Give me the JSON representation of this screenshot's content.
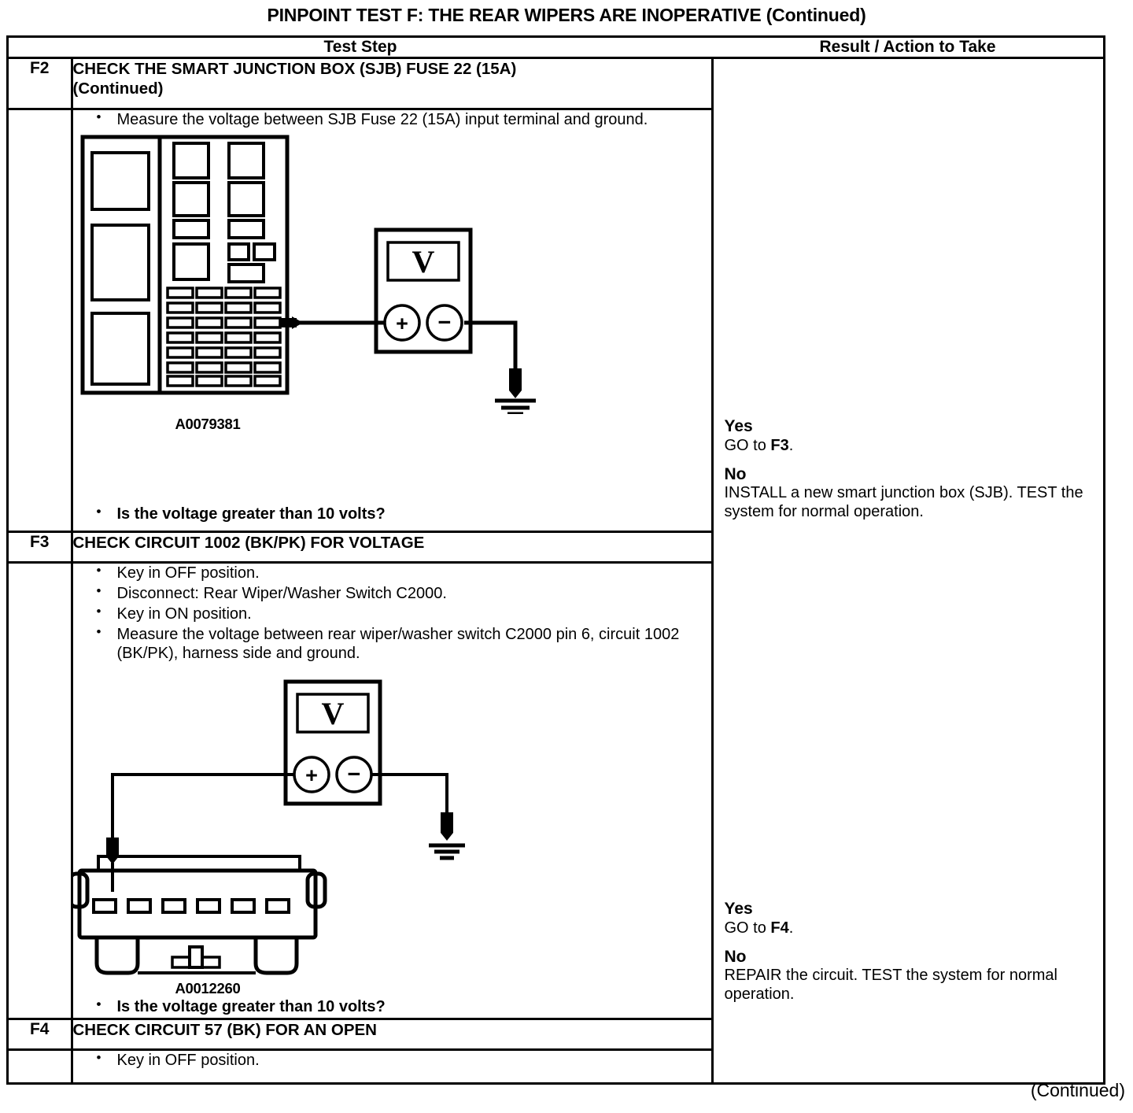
{
  "document": {
    "title": "PINPOINT TEST  F: THE REAR WIPERS ARE INOPERATIVE (Continued)",
    "footer": "(Continued)"
  },
  "table": {
    "headers": {
      "test_step": "Test Step",
      "result_action": "Result / Action to Take"
    },
    "rows": [
      {
        "id": "F2",
        "heading_line1": "CHECK THE SMART JUNCTION BOX (SJB) FUSE 22 (15A)",
        "heading_line2": "(Continued)",
        "bullets": [
          "Measure the voltage between SJB Fuse 22 (15A) input terminal and ground."
        ],
        "figure_caption": "A0079381",
        "question": "Is the voltage greater than 10 volts?",
        "result": {
          "yes_label": "Yes",
          "yes_text_pre": "GO to ",
          "yes_text_bold": "F3",
          "yes_text_post": ".",
          "no_label": "No",
          "no_text": "INSTALL a new smart junction box (SJB). TEST the system for normal operation."
        }
      },
      {
        "id": "F3",
        "heading_line1": "CHECK CIRCUIT 1002 (BK/PK) FOR VOLTAGE",
        "heading_line2": "",
        "bullets": [
          "Key in OFF position.",
          "Disconnect: Rear Wiper/Washer Switch C2000.",
          "Key in ON position.",
          "Measure the voltage between rear wiper/washer switch C2000 pin 6, circuit 1002 (BK/PK), harness side and ground."
        ],
        "figure_caption": "A0012260",
        "question": "Is the voltage greater than 10 volts?",
        "result": {
          "yes_label": "Yes",
          "yes_text_pre": "GO to ",
          "yes_text_bold": "F4",
          "yes_text_post": ".",
          "no_label": "No",
          "no_text": "REPAIR the circuit. TEST the system for normal operation."
        }
      },
      {
        "id": "F4",
        "heading_line1": "CHECK CIRCUIT 57 (BK) FOR AN OPEN",
        "heading_line2": "",
        "bullets": [
          "Key in OFF position."
        ],
        "figure_caption": "",
        "question": "",
        "result": {
          "yes_label": "",
          "yes_text_pre": "",
          "yes_text_bold": "",
          "yes_text_post": "",
          "no_label": "",
          "no_text": ""
        }
      }
    ]
  },
  "figures": {
    "sjb_fuse_box": {
      "name": "smart-junction-box-diagram",
      "meter_display": "V",
      "probe_plus": "+",
      "probe_minus": "−"
    },
    "connector_c2000": {
      "name": "connector-c2000-diagram",
      "meter_display": "V",
      "probe_plus": "+",
      "probe_minus": "−",
      "pin_count": 6
    }
  },
  "colors": {
    "ink": "#000000",
    "paper": "#ffffff"
  }
}
